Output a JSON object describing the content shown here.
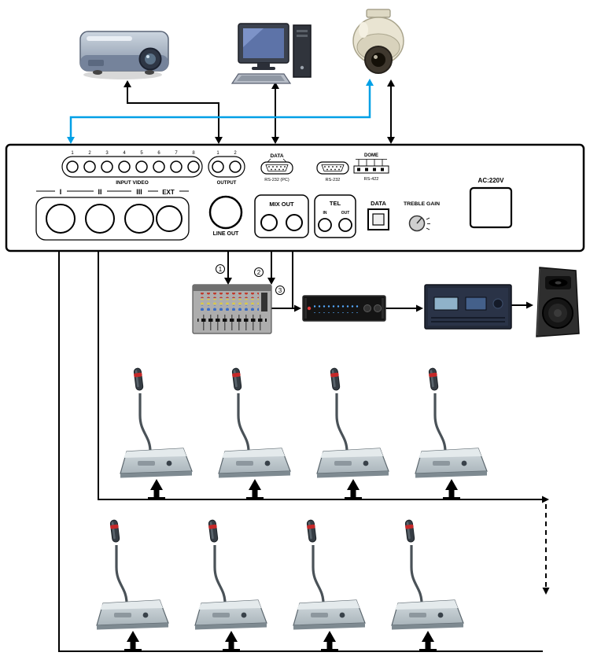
{
  "panel": {
    "input_video": {
      "label": "INPUT VIDEO",
      "ports": [
        "1",
        "2",
        "3",
        "4",
        "5",
        "6",
        "7",
        "8"
      ]
    },
    "output": {
      "label": "OUTPUT",
      "ports": [
        "1",
        "2"
      ]
    },
    "pc_port": {
      "top_label": "DATA",
      "bottom_label": "RS-232  (PC)"
    },
    "dome_port": {
      "label": "DOME",
      "rs232": "RS-232",
      "rs422": "RS-422"
    },
    "channels": {
      "labels": [
        "I",
        "II",
        "III",
        "EXT"
      ]
    },
    "line_out": "LINE OUT",
    "mix_out": "MIX OUT",
    "tel": {
      "label": "TEL",
      "in": "IN",
      "out": "OUT"
    },
    "data_port": "DATA",
    "treble_gain": "TREBLE GAIN",
    "power": "AC:220V"
  },
  "steps": [
    "1",
    "2",
    "3"
  ],
  "devices": [
    {
      "name": "projector",
      "icon": "projector-icon"
    },
    {
      "name": "desktop-computer",
      "icon": "computer-icon"
    },
    {
      "name": "dome-camera",
      "icon": "dome-camera-icon"
    },
    {
      "name": "conference-host-unit",
      "icon": "rack-panel-icon"
    },
    {
      "name": "audio-mixer",
      "icon": "mixer-icon"
    },
    {
      "name": "equalizer",
      "icon": "equalizer-icon"
    },
    {
      "name": "power-amplifier",
      "icon": "amplifier-icon"
    },
    {
      "name": "loudspeaker",
      "icon": "speaker-icon"
    },
    {
      "name": "conference-microphone",
      "icon": "gooseneck-mic-icon",
      "count": 8
    }
  ],
  "colors": {
    "line": "#000000",
    "camera_link": "#00a0e6",
    "mic_ring": "#c62828",
    "background": "#ffffff"
  }
}
